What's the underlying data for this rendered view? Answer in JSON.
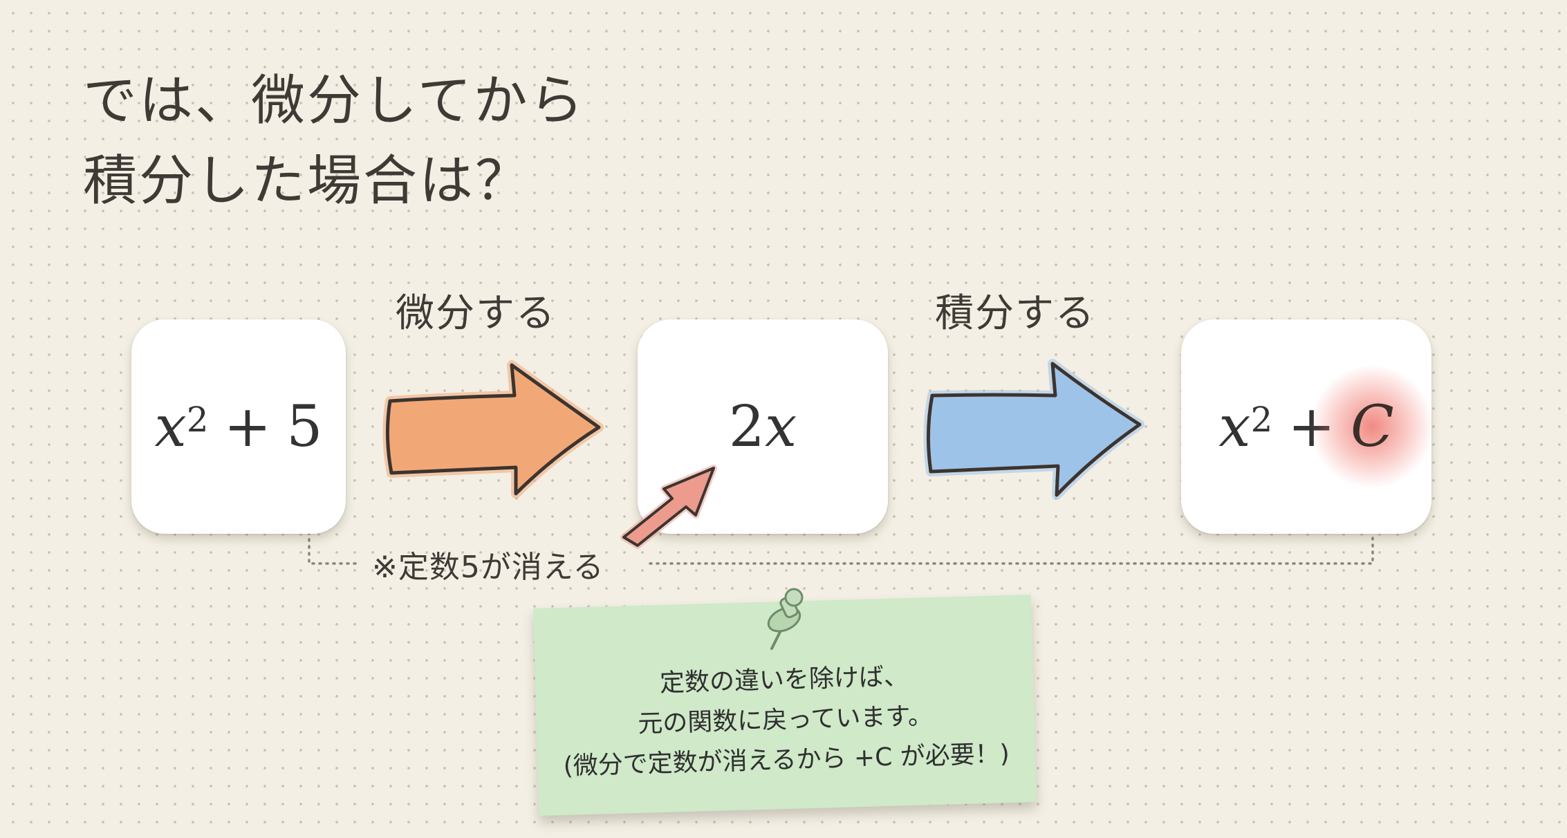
{
  "title": {
    "line1": "では、微分してから",
    "line2": "積分した場合は？"
  },
  "steps": {
    "differentiate_label": "微分する",
    "integrate_label": "積分する"
  },
  "cards": {
    "original": {
      "base": "x",
      "exp": "2",
      "op": "+",
      "const": "5"
    },
    "derivative": {
      "coef": "2",
      "var": "x"
    },
    "antiderivative": {
      "base": "x",
      "exp": "2",
      "op": "+",
      "const": "C"
    }
  },
  "annotation": "※定数5が消える",
  "note": {
    "line1": "定数の違いを除けば、",
    "line2": "元の関数に戻っています。",
    "line3": "(微分で定数が消えるから +C が必要！)"
  },
  "colors": {
    "background": "#f3efe4",
    "diff_arrow": "#f2a876",
    "integ_arrow": "#9ec3e8",
    "pointer_arrow": "#ec9b8c",
    "note_bg": "#cfe9c9",
    "highlight": "#eb645a"
  },
  "icons": {
    "pushpin": "pushpin-icon"
  }
}
